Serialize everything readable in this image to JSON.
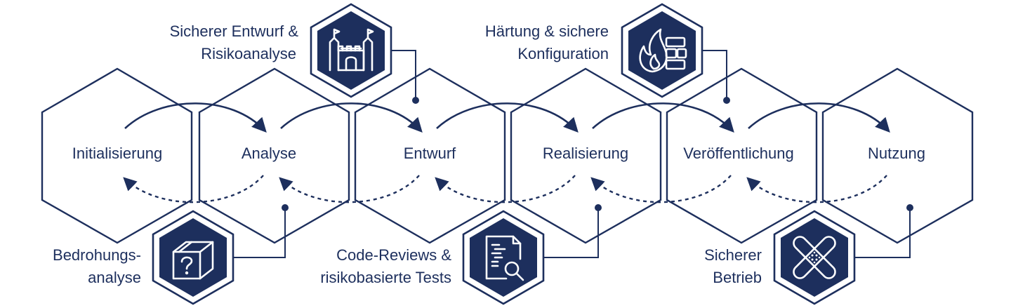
{
  "colors": {
    "primary": "#1d2f5d",
    "background": "#ffffff"
  },
  "phases": [
    {
      "id": "initialisierung",
      "label": "Initialisierung"
    },
    {
      "id": "analyse",
      "label": "Analyse"
    },
    {
      "id": "entwurf",
      "label": "Entwurf"
    },
    {
      "id": "realisierung",
      "label": "Realisierung"
    },
    {
      "id": "veroeffentlichung",
      "label": "Veröffentlichung"
    },
    {
      "id": "nutzung",
      "label": "Nutzung"
    }
  ],
  "notes": {
    "entwurf": {
      "lines": [
        "Sicherer Entwurf &",
        "Risikoanalyse"
      ],
      "icon": "castle-icon"
    },
    "haertung": {
      "lines": [
        "Härtung & sichere",
        "Konfiguration"
      ],
      "icon": "firewall-icon"
    },
    "bedrohung": {
      "lines": [
        "Bedrohungs-",
        "analyse"
      ],
      "icon": "box-question-icon"
    },
    "review": {
      "lines": [
        "Code-Reviews &",
        "risikobasierte Tests"
      ],
      "icon": "document-search-icon"
    },
    "betrieb": {
      "lines": [
        "Sicherer",
        "Betrieb"
      ],
      "icon": "bandage-icon"
    }
  }
}
